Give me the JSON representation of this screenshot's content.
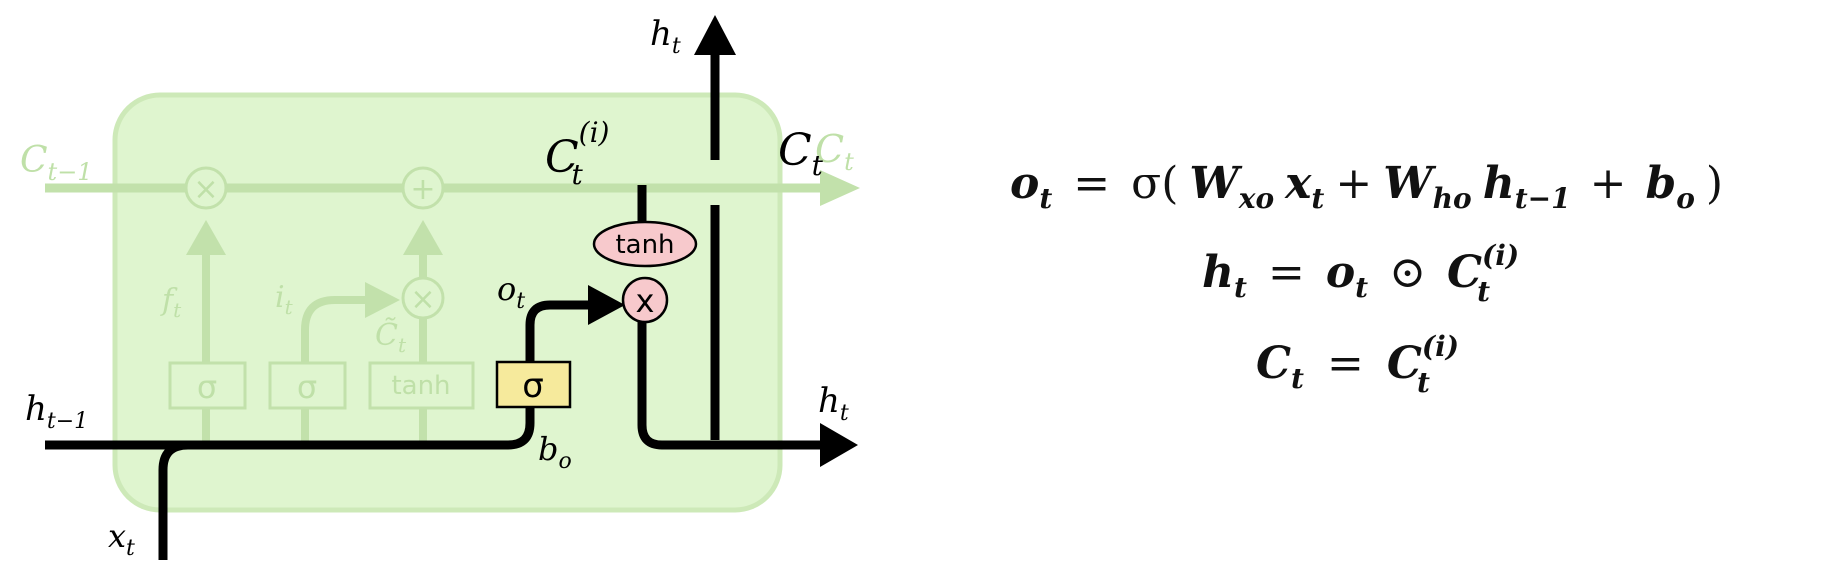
{
  "colors": {
    "cell_fill": "#dff5cf",
    "cell_stroke": "#cde9b8",
    "faded": "#c2e1ab",
    "sigma_gate": "#f6ea9c",
    "op_pink": "#f7c9cc",
    "line": "#000000"
  },
  "labels": {
    "c_prev": "C",
    "c_prev_sub": "t−1",
    "c_out": "C",
    "c_out_sub": "t",
    "c_out_faded": "C",
    "c_out_faded_sub": "t",
    "c_inner": "C",
    "c_inner_sub": "t",
    "c_inner_sup": "(i)",
    "h_top": "h",
    "h_top_sub": "t",
    "h_right": "h",
    "h_right_sub": "t",
    "h_prev": "h",
    "h_prev_sub": "t−1",
    "x_in": "x",
    "x_in_sub": "t",
    "f_gate": "f",
    "f_gate_sub": "t",
    "i_gate": "i",
    "i_gate_sub": "t",
    "c_tilde": "C̃",
    "c_tilde_sub": "t",
    "o_gate": "o",
    "o_gate_sub": "t",
    "b_o": "b",
    "b_o_sub": "o"
  },
  "gates": {
    "sigma1": "σ",
    "sigma2": "σ",
    "tanh_faded": "tanh",
    "sigma_out": "σ",
    "tanh_out": "tanh",
    "mult_faded1": "×",
    "add_faded": "+",
    "mult_faded2": "×",
    "mult_out": "x"
  },
  "equations": {
    "eq1": {
      "lhs": "o",
      "lhs_sub": "t",
      "eq": "=",
      "sigma": "σ(",
      "w1": "W",
      "w1_sub": "xo",
      "x": "x",
      "x_sub": "t",
      "plus1": "+",
      "w2": "W",
      "w2_sub": "ho",
      "h": "h",
      "h_sub": "t−1",
      "plus2": "+",
      "b": "b",
      "b_sub": "o",
      "close": ")"
    },
    "eq2": {
      "lhs": "h",
      "lhs_sub": "t",
      "eq": "=",
      "o": "o",
      "o_sub": "t",
      "odot": "⊙",
      "c": "C",
      "c_sub": "t",
      "c_sup": "(i)"
    },
    "eq3": {
      "lhs": "C",
      "lhs_sub": "t",
      "eq": "=",
      "c": "C",
      "c_sub": "t",
      "c_sup": "(i)"
    }
  }
}
